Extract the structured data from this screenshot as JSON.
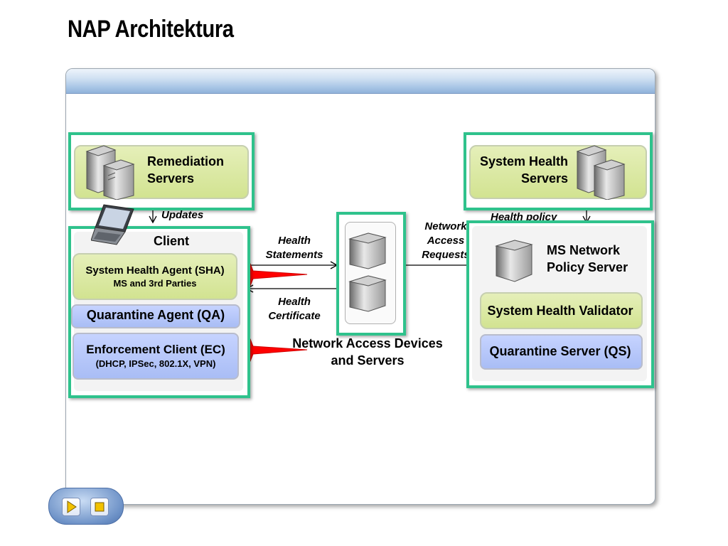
{
  "title": "NAP Architektura",
  "remediation": {
    "label_line1": "Remediation",
    "label_line2": "Servers",
    "icon": "server-pair-icon"
  },
  "system_health_servers": {
    "label_line1": "System Health",
    "label_line2": "Servers",
    "icon": "server-pair-icon"
  },
  "client": {
    "title": "Client",
    "icon": "laptop-icon",
    "sha": {
      "label": "System Health Agent (SHA)",
      "sub": "MS and 3rd Parties"
    },
    "qa": {
      "label": "Quarantine Agent (QA)"
    },
    "ec": {
      "label": "Enforcement Client (EC)",
      "sub": "(DHCP, IPSec, 802.1X, VPN)"
    }
  },
  "network_access": {
    "label_line1": "Network Access Devices",
    "label_line2": "and Servers",
    "icon": "server-stack-icon"
  },
  "nps": {
    "label_line1": "MS Network",
    "label_line2": "Policy Server",
    "icon": "server-icon",
    "shv": {
      "label": "System Health Validator"
    },
    "qs": {
      "label": "Quarantine Server (QS)"
    }
  },
  "arrows": {
    "updates": "Updates",
    "health_policy": "Health policy",
    "health_statements_1": "Health",
    "health_statements_2": "Statements",
    "health_certificate_1": "Health",
    "health_certificate_2": "Certificate",
    "nar_1": "Network",
    "nar_2": "Access",
    "nar_3": "Requests"
  },
  "colors": {
    "green_border": "#2fc28c",
    "lime": "#d2e391",
    "blue": "#a9bdf5",
    "red_arrow": "#ff0000"
  },
  "controls": {
    "play_icon": "play-icon",
    "stop_icon": "stop-icon"
  }
}
